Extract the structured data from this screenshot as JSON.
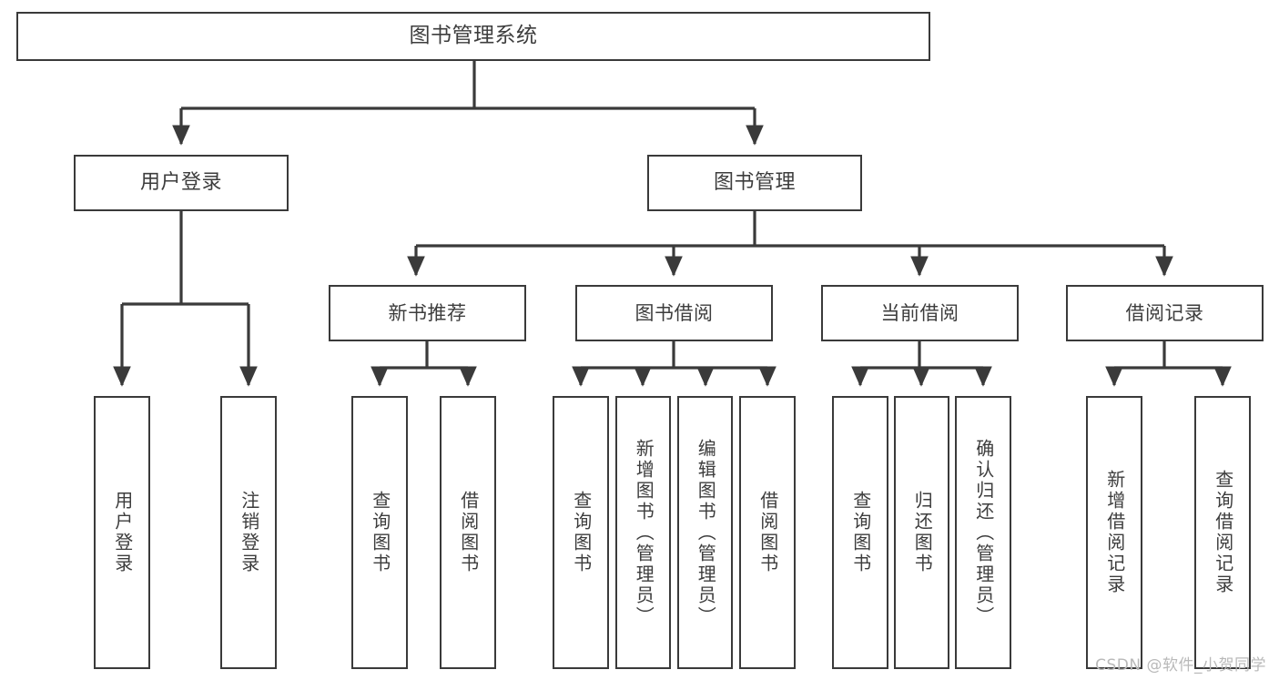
{
  "diagram": {
    "type": "tree",
    "title": "图书管理系统",
    "orientation": "top-down",
    "colors": {
      "background": "#ffffff",
      "box_border": "#3a3a3a",
      "box_fill": "#ffffff",
      "text": "#3d3d3d",
      "connector": "#3a3a3a",
      "watermark": "#b9b9b9"
    },
    "watermark": "CSDN @软件_小贺同学"
  },
  "nodes": {
    "root": {
      "label": "图书管理系统"
    },
    "level1": [
      {
        "label": "用户登录"
      },
      {
        "label": "图书管理"
      }
    ],
    "level2": [
      {
        "label": "新书推荐"
      },
      {
        "label": "图书借阅"
      },
      {
        "label": "当前借阅"
      },
      {
        "label": "借阅记录"
      }
    ],
    "leaves": {
      "user_login": [
        {
          "label": "用户登录"
        },
        {
          "label": "注销登录"
        }
      ],
      "new_book": [
        {
          "label": "查询图书"
        },
        {
          "label": "借阅图书"
        }
      ],
      "book_borrow": [
        {
          "label": "查询图书"
        },
        {
          "label": "新增图书（管理员）"
        },
        {
          "label": "编辑图书（管理员）"
        },
        {
          "label": "借阅图书"
        }
      ],
      "current_borrow": [
        {
          "label": "查询图书"
        },
        {
          "label": "归还图书"
        },
        {
          "label": "确认归还（管理员）"
        }
      ],
      "borrow_record": [
        {
          "label": "新增借阅记录"
        },
        {
          "label": "查询借阅记录"
        }
      ]
    }
  },
  "chart_data": {
    "type": "table",
    "title": "图书管理系统 功能结构",
    "hierarchy": [
      {
        "name": "图书管理系统",
        "children": [
          {
            "name": "用户登录",
            "children": [
              {
                "name": "用户登录"
              },
              {
                "name": "注销登录"
              }
            ]
          },
          {
            "name": "图书管理",
            "children": [
              {
                "name": "新书推荐",
                "children": [
                  {
                    "name": "查询图书"
                  },
                  {
                    "name": "借阅图书"
                  }
                ]
              },
              {
                "name": "图书借阅",
                "children": [
                  {
                    "name": "查询图书"
                  },
                  {
                    "name": "新增图书（管理员）"
                  },
                  {
                    "name": "编辑图书（管理员）"
                  },
                  {
                    "name": "借阅图书"
                  }
                ]
              },
              {
                "name": "当前借阅",
                "children": [
                  {
                    "name": "查询图书"
                  },
                  {
                    "name": "归还图书"
                  },
                  {
                    "name": "确认归还（管理员）"
                  }
                ]
              },
              {
                "name": "借阅记录",
                "children": [
                  {
                    "name": "新增借阅记录"
                  },
                  {
                    "name": "查询借阅记录"
                  }
                ]
              }
            ]
          }
        ]
      }
    ]
  }
}
